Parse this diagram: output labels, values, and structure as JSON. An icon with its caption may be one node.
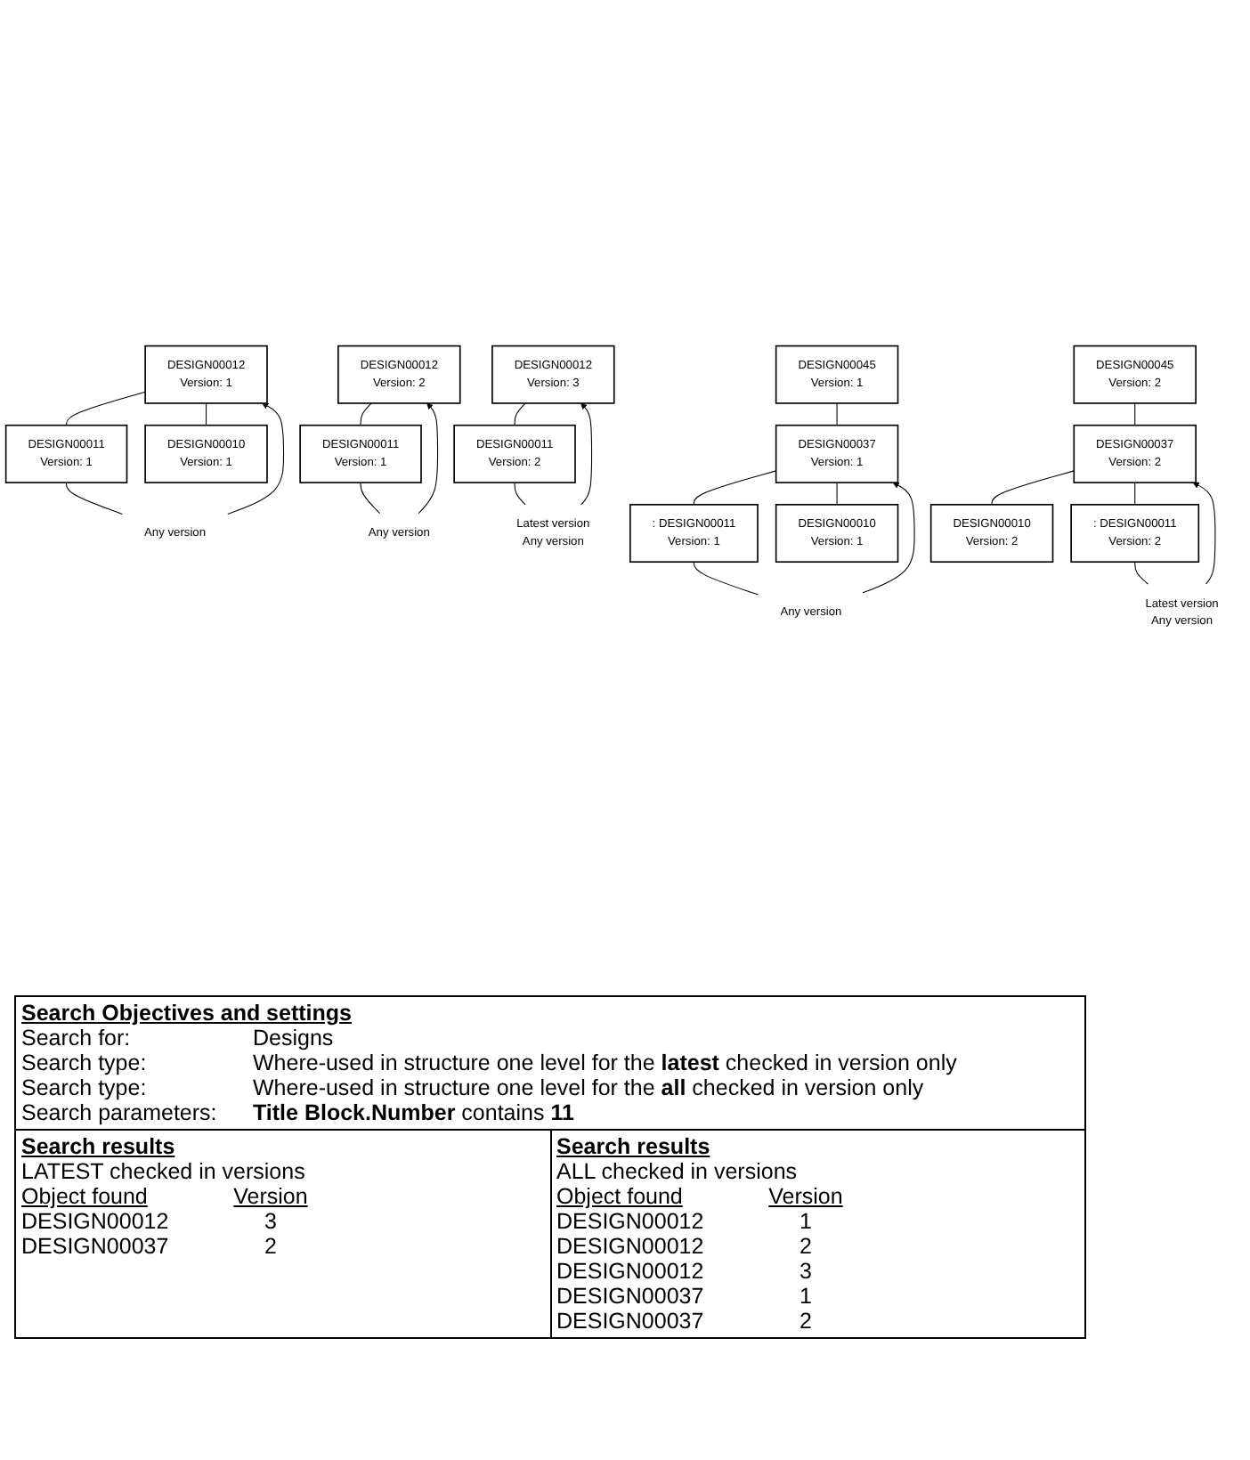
{
  "diagram": {
    "nodes": [
      {
        "text": [
          "DESIGN00012",
          "Version: 1"
        ]
      },
      {
        "text": [
          "Any version"
        ]
      },
      {
        "text": [
          "DESIGN00011",
          "Version: 1"
        ]
      },
      {
        "text": [
          "DESIGN00010",
          "Version: 1"
        ]
      },
      {
        "text": [
          "DESIGN00012",
          "Version: 2"
        ]
      },
      {
        "text": [
          "Any version"
        ]
      },
      {
        "text": [
          "DESIGN00011",
          "Version: 1"
        ]
      },
      {
        "text": [
          "DESIGN00012",
          "Version: 3"
        ]
      },
      {
        "text": [
          "Latest version",
          "Any version"
        ]
      },
      {
        "text": [
          "DESIGN00011",
          "Version: 2"
        ]
      },
      {
        "text": [
          "DESIGN00045",
          "Version: 1"
        ]
      },
      {
        "text": [
          "DESIGN00037",
          "Version: 1"
        ]
      },
      {
        "text": [
          "Any version"
        ]
      },
      {
        "text": [
          ": DESIGN00011",
          "Version: 1"
        ]
      },
      {
        "text": [
          "DESIGN00010",
          "Version: 1"
        ]
      },
      {
        "text": [
          "DESIGN00045",
          "Version: 2"
        ]
      },
      {
        "text": [
          "Latest version",
          "Any version"
        ]
      },
      {
        "text": [
          "DESIGN00037",
          "Version: 2"
        ]
      },
      {
        "text": [
          ": DESIGN00011",
          "Version: 2"
        ]
      },
      {
        "text": [
          "DESIGN00010",
          "Version: 2"
        ]
      }
    ],
    "edges": [
      {
        "from": 0,
        "to": 2,
        "arrow": "none"
      },
      {
        "from": 0,
        "to": 3,
        "arrow": "none"
      },
      {
        "from": 2,
        "to": 1,
        "arrow": "none"
      },
      {
        "from": 1,
        "to": 0,
        "arrow": "to"
      },
      {
        "from": 4,
        "to": 6,
        "arrow": "none"
      },
      {
        "from": 6,
        "to": 5,
        "arrow": "none"
      },
      {
        "from": 5,
        "to": 4,
        "arrow": "to"
      },
      {
        "from": 7,
        "to": 9,
        "arrow": "none"
      },
      {
        "from": 9,
        "to": 8,
        "arrow": "none"
      },
      {
        "from": 8,
        "to": 7,
        "arrow": "to"
      },
      {
        "from": 10,
        "to": 11,
        "arrow": "none"
      },
      {
        "from": 11,
        "to": 13,
        "arrow": "none"
      },
      {
        "from": 11,
        "to": 14,
        "arrow": "none"
      },
      {
        "from": 13,
        "to": 12,
        "arrow": "none"
      },
      {
        "from": 12,
        "to": 11,
        "arrow": "to"
      },
      {
        "from": 15,
        "to": 17,
        "arrow": "none"
      },
      {
        "from": 17,
        "to": 18,
        "arrow": "none"
      },
      {
        "from": 17,
        "to": 19,
        "arrow": "none"
      },
      {
        "from": 18,
        "to": 16,
        "arrow": "none"
      },
      {
        "from": 16,
        "to": 17,
        "arrow": "to"
      }
    ],
    "labels": [
      "Search Objectives and settings",
      "Search for:",
      "Designs",
      "Search type:",
      "Where-used in structure one level for the **latest** checked in version only",
      "Search type:",
      "Where-used in structure one level for the **all** checked in version only",
      "Search parameters:",
      "**Title Block.Number** contains **11**",
      "Search results",
      "LATEST checked in versions",
      "Object found",
      "Version",
      "DESIGN00012",
      "3",
      "DESIGN00037",
      "2",
      "Search results",
      "ALL checked in versions",
      "Object found",
      "Version",
      "DESIGN00012",
      "1",
      "DESIGN00012",
      "2",
      "DESIGN00012",
      "3",
      "DESIGN00037",
      "1",
      "DESIGN00037",
      "2"
    ]
  }
}
